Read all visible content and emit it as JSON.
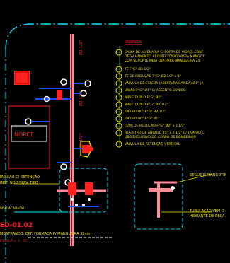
{
  "colors": {
    "background": "#000000",
    "cyan": "#00e5ff",
    "yellow": "#f5e600",
    "green": "#2ecc40",
    "red": "#ff2020",
    "pink": "#ff8a9a",
    "blue": "#1e4cff",
    "white": "#ffffff",
    "dark_red": "#b00000"
  },
  "legend": {
    "title": "LEGENDA",
    "items": [
      {
        "symbol": "1",
        "text": "CAIXA DE ALVENARIA C/ PORTA DE VIDRO, CONF."
      },
      {
        "symbol": "",
        "text": "DETALHAMENTO ARQUITETÔNICO PARA MANGOT"
      },
      {
        "symbol": "",
        "text": "COM SUPORTE MEIA LUA PARA MANGUEIRA 25"
      },
      {
        "symbol": "2",
        "text": "TÊ  F°G° Ø2.1/2\""
      },
      {
        "symbol": "3",
        "text": "TÊ  DE REDUÇÃO F°G° Ø2.1/2\" x 1\""
      },
      {
        "symbol": "4",
        "text": "VÁLVULA DE ESFERA (ABERTURA RÁPIDA) Ø1\" (A"
      },
      {
        "symbol": "5",
        "text": "UNIÃO  F°G°  Ø1\" C/ ASSENTO CÔNICO"
      },
      {
        "symbol": "6",
        "text": "NIPLE  DUPLO F°G° Ø1\""
      },
      {
        "symbol": "7",
        "text": "NIPLE  DUPLO F°G° Ø2.1/2\""
      },
      {
        "symbol": "8",
        "text": "JOELHO 90° F°G° Ø2.1/2\""
      },
      {
        "symbol": "9",
        "text": "JOELHO 90° F°G° Ø1\""
      },
      {
        "symbol": "10",
        "text": "LUVA DE REDUÇÃO F°G° Ø2\" x 2.1/2\""
      },
      {
        "symbol": "11",
        "text": "REGISTRO DE ÂNGULO  45° x 2.1/2\" C/ TAMPÃO C"
      },
      {
        "symbol": "",
        "text": "USO EXCLUSIVO DO CORPO DE BOMBEIROS"
      },
      {
        "symbol": "12",
        "text": "VÁLVULA DE RETENÇÃO VERTICAL"
      }
    ]
  },
  "labels": {
    "riser_label_top": "Ø2.1/2\"",
    "riser_label_mid": "Ø2.1/2\"",
    "riser_label_low": "Ø2.1/2\"",
    "norce": "NORCE",
    "left_note_1": "RVAÇÃO C/ RETENÇÃO",
    "left_note_2": "INST. NO 5º PAV. TIPO",
    "left_note_3": "PISO ACABADO",
    "right_note_1": "SEGUE P/ MANGOTIN",
    "right_note_2": "TUBULAÇÃO VEM D",
    "right_note_3": "HIDRANTE DE RECA",
    "title": "ED-01.02",
    "subtitle": "MOSTRANDO: OPF. FORMADA P/ MANGUEIRA 32mm",
    "scale": "ESCALA = 1 : 25"
  }
}
